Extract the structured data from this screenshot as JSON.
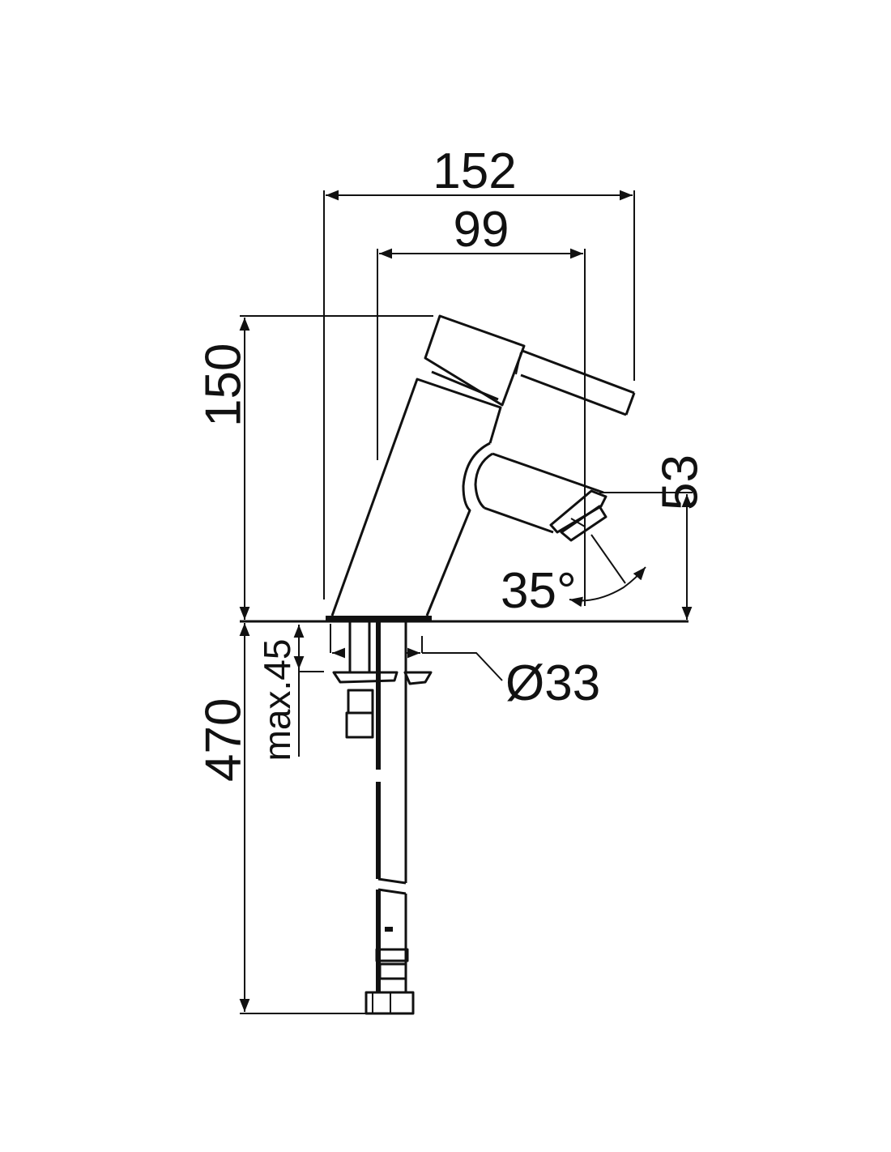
{
  "dimensions": {
    "total_reach": "152",
    "spout_reach": "99",
    "total_height": "150",
    "spout_height": "53",
    "spout_angle": "35°",
    "hole_diameter": "Ø33",
    "max_deck_thickness": "max.45",
    "hose_length": "470"
  }
}
